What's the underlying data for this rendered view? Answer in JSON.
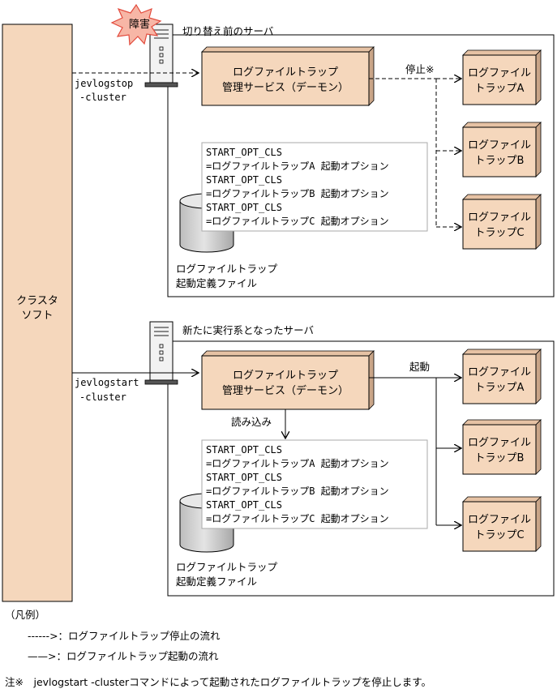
{
  "cluster_software": {
    "line1": "クラスタ",
    "line2": "ソフト"
  },
  "failure_badge": "障害",
  "server_top": {
    "caption": "切り替え前のサーバ",
    "command": {
      "line1": "jevlogstop",
      "line2": "-cluster"
    },
    "service": {
      "line1": "ログファイルトラップ",
      "line2": "管理サービス（デーモン）"
    },
    "arrow_label": "停止※",
    "traps": [
      {
        "line1": "ログファイル",
        "line2": "トラップA"
      },
      {
        "line1": "ログファイル",
        "line2": "トラップB"
      },
      {
        "line1": "ログファイル",
        "line2": "トラップC"
      }
    ],
    "options": [
      "START_OPT_CLS",
      "=ログファイルトラップA 起動オプション",
      "START_OPT_CLS",
      "=ログファイルトラップB 起動オプション",
      "START_OPT_CLS",
      "=ログファイルトラップC 起動オプション"
    ],
    "db_label": {
      "line1": "ログファイルトラップ",
      "line2": "起動定義ファイル"
    }
  },
  "server_bottom": {
    "caption": "新たに実行系となったサーバ",
    "command": {
      "line1": "jevlogstart",
      "line2": "-cluster"
    },
    "service": {
      "line1": "ログファイルトラップ",
      "line2": "管理サービス（デーモン）"
    },
    "arrow_label": "起動",
    "read_label": "読み込み",
    "traps": [
      {
        "line1": "ログファイル",
        "line2": "トラップA"
      },
      {
        "line1": "ログファイル",
        "line2": "トラップB"
      },
      {
        "line1": "ログファイル",
        "line2": "トラップC"
      }
    ],
    "options": [
      "START_OPT_CLS",
      "=ログファイルトラップA 起動オプション",
      "START_OPT_CLS",
      "=ログファイルトラップB 起動オプション",
      "START_OPT_CLS",
      "=ログファイルトラップC 起動オプション"
    ],
    "db_label": {
      "line1": "ログファイルトラップ",
      "line2": "起動定義ファイル"
    }
  },
  "legend": {
    "title": "（凡例）",
    "dashed": "------>：ログファイルトラップ停止の流れ",
    "solid": "——>：ログファイルトラップ起動の流れ"
  },
  "note": "注※　jevlogstart -clusterコマンドによって起動されたログファイルトラップを停止します。",
  "colors": {
    "box_fill": "#f5d7bc",
    "box_side": "#c9a588",
    "cylinder": "#d3d3d3"
  }
}
